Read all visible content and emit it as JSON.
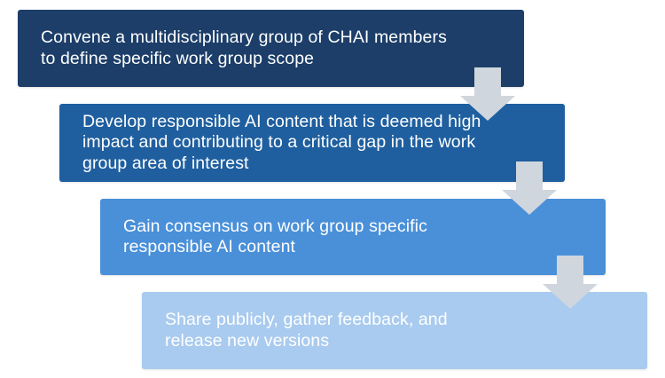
{
  "steps": [
    {
      "text": "Convene a multidisciplinary group of CHAI members to define specific work group scope",
      "bg_color": "#1c3e69",
      "text_color": "#ffffff"
    },
    {
      "text": "Develop responsible AI content that is deemed high impact and contributing to a critical gap in the work group area of interest",
      "bg_color": "#1f5f9f",
      "text_color": "#ffffff"
    },
    {
      "text": "Gain consensus on work group specific responsible AI content",
      "bg_color": "#4a90d9",
      "text_color": "#ffffff"
    },
    {
      "text": "Share publicly, gather feedback, and release new versions",
      "bg_color": "#a9cbef",
      "text_color": "#ffffff"
    }
  ],
  "arrow_color": "#d0d6de"
}
